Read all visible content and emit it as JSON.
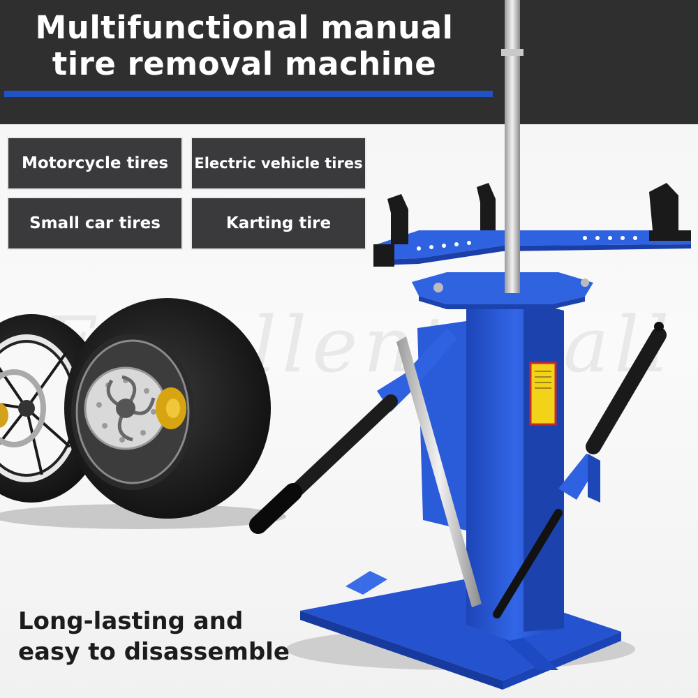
{
  "headline": {
    "line1": "Multifunctional manual",
    "line2": "tire removal machine"
  },
  "tags": [
    {
      "label": "Motorcycle tires"
    },
    {
      "label": "Electric vehicle tires"
    },
    {
      "label": "Small car tires"
    },
    {
      "label": "Karting tire"
    }
  ],
  "watermark": "Excellent mall",
  "caption": {
    "line1": "Long-lasting and",
    "line2": "easy to disassemble"
  },
  "colors": {
    "band": "#2f2f30",
    "accent_blue": "#1f53c7",
    "machine_blue": "#2b58d6",
    "tire_black": "#1b1b1b"
  }
}
